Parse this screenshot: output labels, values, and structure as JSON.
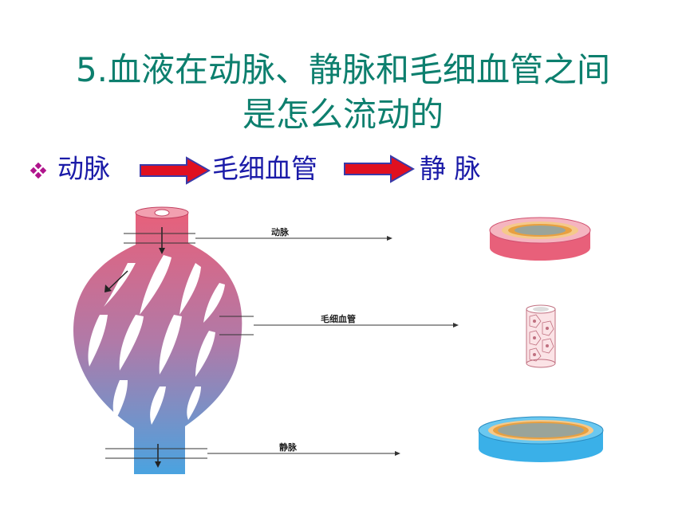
{
  "slide": {
    "title_line1": "5.血液在动脉、静脉和毛细血管之间",
    "title_line2": "是怎么流动的",
    "flow": {
      "item1": "动脉",
      "item2": "毛细血管",
      "item3": "静 脉"
    },
    "figure": {
      "label_artery": "动脉",
      "label_capillary": "毛细血管",
      "label_vein": "静脉"
    }
  },
  "colors": {
    "title": "#0d7f6e",
    "bullet_text": "#1b1ba8",
    "bullet_marker": "#b0148c",
    "arrow_fill": "#e01020",
    "artery": "#e8607a",
    "vein": "#4aa3e0"
  }
}
